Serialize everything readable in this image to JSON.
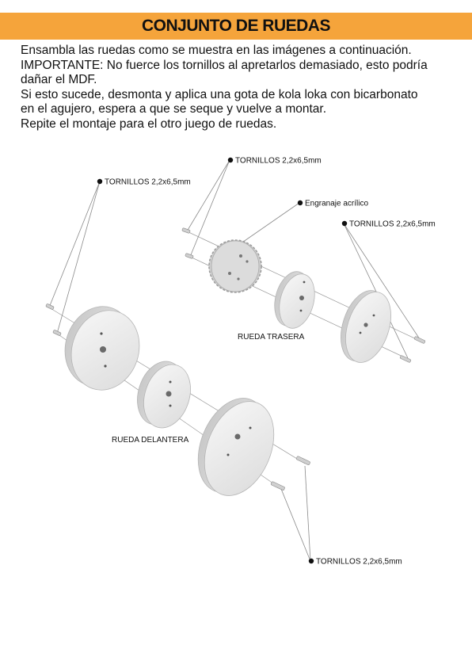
{
  "header": {
    "title": "CONJUNTO DE RUEDAS"
  },
  "instructions": [
    "Ensambla las ruedas como se muestra en las imágenes a continuación.",
    "IMPORTANTE: No fuerce los tornillos al apretarlos demasiado, esto podría",
    "dañar el MDF.",
    "Si esto sucede, desmonta y aplica una gota de kola loka con bicarbonato",
    "en el agujero, espera a que se seque y vuelve a montar.",
    "Repite el montaje para el otro juego de ruedas."
  ],
  "labels": {
    "screws_top": "TORNILLOS 2,2x6,5mm",
    "screws_left": "TORNILLOS 2,2x6,5mm",
    "gear": "Engranaje acrílico",
    "screws_right": "TORNILLOS 2,2x6,5mm",
    "rear_wheel": "RUEDA TRASERA",
    "front_wheel": "RUEDA DELANTERA",
    "screws_bottom": "TORNILLOS 2,2x6,5mm"
  },
  "colors": {
    "accent": "#f5a43b",
    "part_fill": "#ececec",
    "part_edge": "#b5b5b5",
    "leader": "#8a8a8a"
  }
}
